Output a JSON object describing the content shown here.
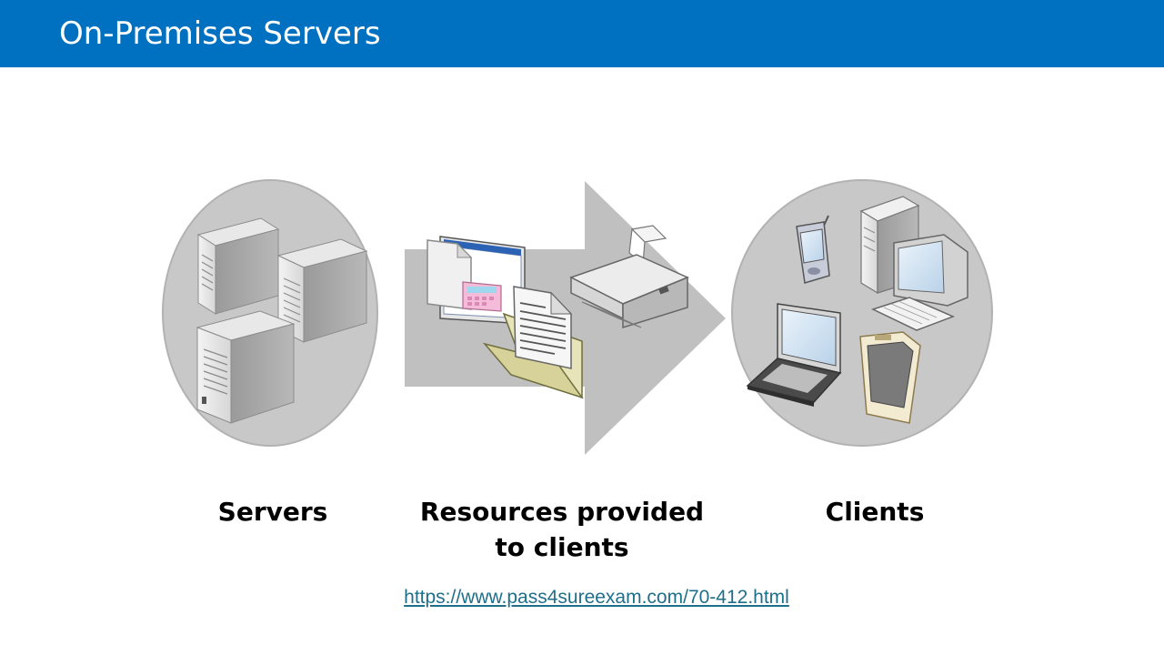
{
  "header": {
    "title": "On-Premises Servers"
  },
  "diagram": {
    "labels": {
      "servers": "Servers",
      "resources_line1": "Resources provided",
      "resources_line2": "to clients",
      "clients": "Clients"
    },
    "colors": {
      "header": "#0070c0",
      "circle": "#c8c8c8",
      "arrow": "#c0c0c0",
      "link": "#1f6f8b"
    }
  },
  "footer": {
    "link_text": "https://www.pass4sureexam.com/70-412.html"
  }
}
